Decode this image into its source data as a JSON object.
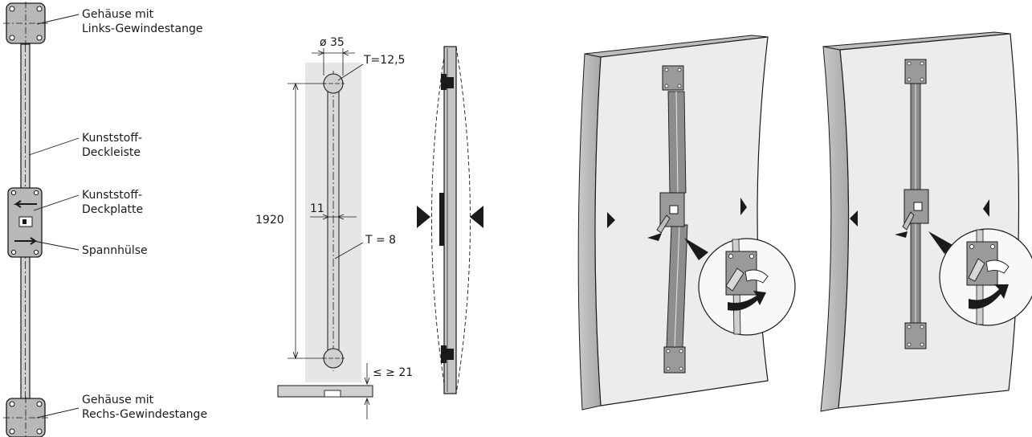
{
  "labels": {
    "housing_left": [
      "Gehäuse mit",
      "Links-Gewindestange"
    ],
    "cover_strip": [
      "Kunststoff-",
      "Deckleiste"
    ],
    "cover_plate": [
      "Kunststoff-",
      "Deckplatte"
    ],
    "tension_sleeve": "Spannhülse",
    "housing_right": [
      "Gehäuse mit",
      "Rechs-Gewindestange"
    ]
  },
  "dimensions": {
    "diameter": "ø 35",
    "thickness_top": "T=12,5",
    "length": "1920",
    "width": "11",
    "thickness_mid": "T = 8",
    "depth": "≤ ≥ 21"
  }
}
